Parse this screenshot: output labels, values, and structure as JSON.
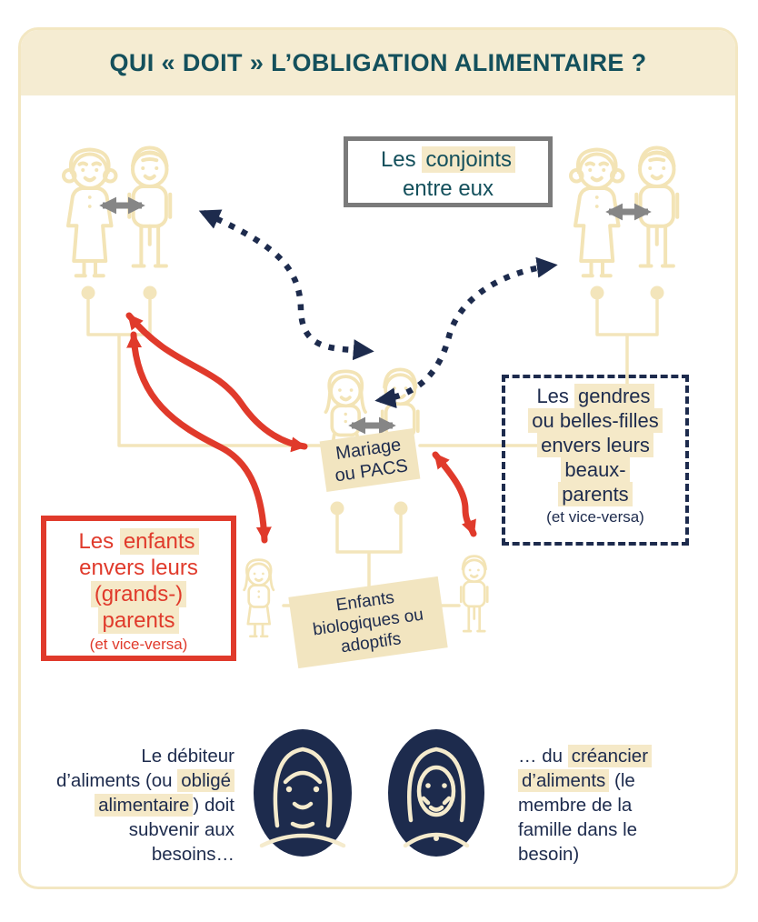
{
  "header": {
    "title": "QUI « DOIT » L’OBLIGATION ALIMENTAIRE ?"
  },
  "colors": {
    "cream_band": "#f5ecd2",
    "highlight": "#f5e9c8",
    "icon_beige": "#f3e4b6",
    "navy": "#1d2b4d",
    "red": "#e03a2b",
    "teal_title": "#14505c",
    "gray": "#7b7b7b"
  },
  "boxes": {
    "conjoints": {
      "pre": "Les ",
      "hl": "conjoints",
      "line2": "entre eux"
    },
    "gendres": {
      "l1_pre": "Les ",
      "l1_hl": "gendres",
      "l2_hl": "ou belles-filles",
      "l3_hl": "envers leurs",
      "l4_hl": "beaux-",
      "l5_hl": "parents",
      "l6": "(et vice-versa)"
    },
    "enfants": {
      "l1_pre": "Les ",
      "l1_hl": "enfants",
      "l2": "envers leurs",
      "l3_hl": "(grands-)",
      "l4_hl": "parents",
      "l5": "(et vice-versa)"
    }
  },
  "labels": {
    "mariage": {
      "line1": "Mariage",
      "line2": "ou PACS"
    },
    "enfants_bio": {
      "line1": "Enfants",
      "line2": "biologiques ou",
      "line3": "adoptifs"
    }
  },
  "footer": {
    "debiteur": {
      "l1": "Le débiteur",
      "l2_pre": "d’aliments (ou ",
      "l2_hl": "obligé",
      "l3_hl": "alimentaire",
      "l3_post": ") doit",
      "l4": "subvenir aux",
      "l5": "besoins…"
    },
    "creancier": {
      "l1_pre": "… du ",
      "l1_hl": "créancier",
      "l2_hl": "d’aliments",
      "l2_post": " (le",
      "l3": "membre de la",
      "l4": "famille dans le",
      "l5": "besoin)"
    }
  },
  "icons": {
    "grandparents_left": "elderly couple outline",
    "grandparents_right": "elderly couple outline",
    "married_couple": "young couple outline",
    "child_girl": "child outline",
    "child_boy": "child outline",
    "debtor_avatar": "young woman in navy circle",
    "creditor_avatar": "elderly woman in navy circle",
    "gray_double_arrow": "mutual obligation between spouses",
    "red_double_arrow": "obligation children/parents",
    "navy_dotted_arrow": "obligation in-laws"
  }
}
